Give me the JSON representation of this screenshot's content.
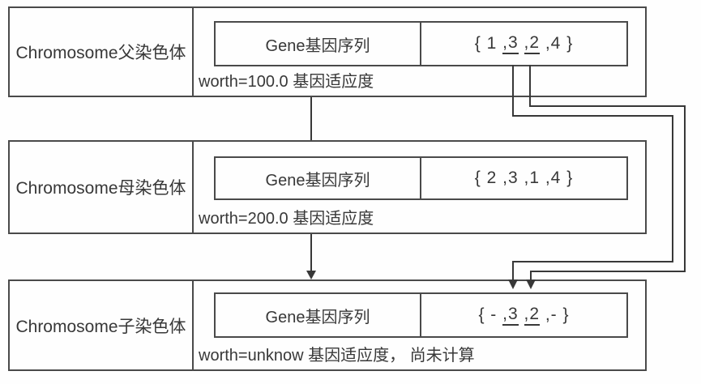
{
  "diagram": {
    "title": "chromosome-crossover-diagram",
    "colors": {
      "border": "#4a4a4a",
      "text": "#383838",
      "line": "#383838",
      "background": "#fefefe"
    },
    "rows": [
      {
        "label": "Chromosome父染色体",
        "gene_label": "Gene基因序列",
        "gene_value": {
          "seg1": "{ 1 ",
          "seg2": ",3",
          "seg3": " ",
          "seg4": ",2",
          "seg5": " ,4 }"
        },
        "worth": "worth=100.0 基因适应度"
      },
      {
        "label": "Chromosome母染色体",
        "gene_label": "Gene基因序列",
        "gene_value": {
          "seg1": "{ 2 ,3 ,1 ,4 }",
          "seg2": "",
          "seg3": "",
          "seg4": "",
          "seg5": ""
        },
        "worth": "worth=200.0 基因适应度"
      },
      {
        "label": "Chromosome子染色体",
        "gene_label": "Gene基因序列",
        "gene_value": {
          "seg1": "{ - ",
          "seg2": ",3",
          "seg3": " ",
          "seg4": ",2",
          "seg5": " ,- }"
        },
        "worth": "worth=unknow 基因适应度， 尚未计算"
      }
    ]
  }
}
